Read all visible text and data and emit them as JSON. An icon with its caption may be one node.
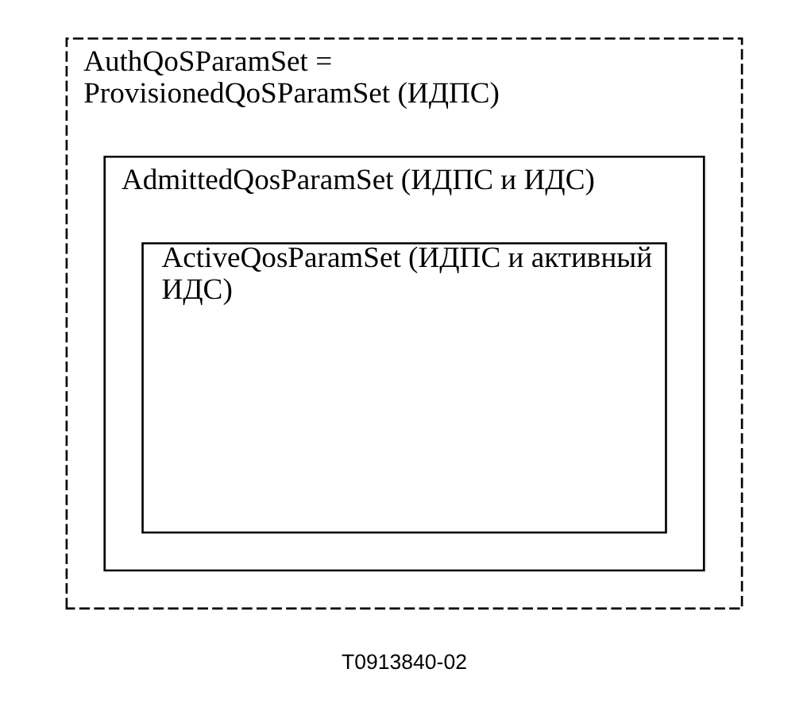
{
  "diagram": {
    "nodes": [
      {
        "text": [
          "AuthQoSParamSet = ProvisionedQoSParamSet (ИДПС)"
        ]
      },
      {
        "text": [
          "AdmittedQosParamSet (ИДПС и ИДС)"
        ],
        "in": 0
      },
      {
        "text": [
          "ActiveQosParamSet (ИДПС и активный ИДС)"
        ],
        "in": 1
      }
    ],
    "edges": [],
    "labels": [
      "T0913840-02"
    ]
  }
}
